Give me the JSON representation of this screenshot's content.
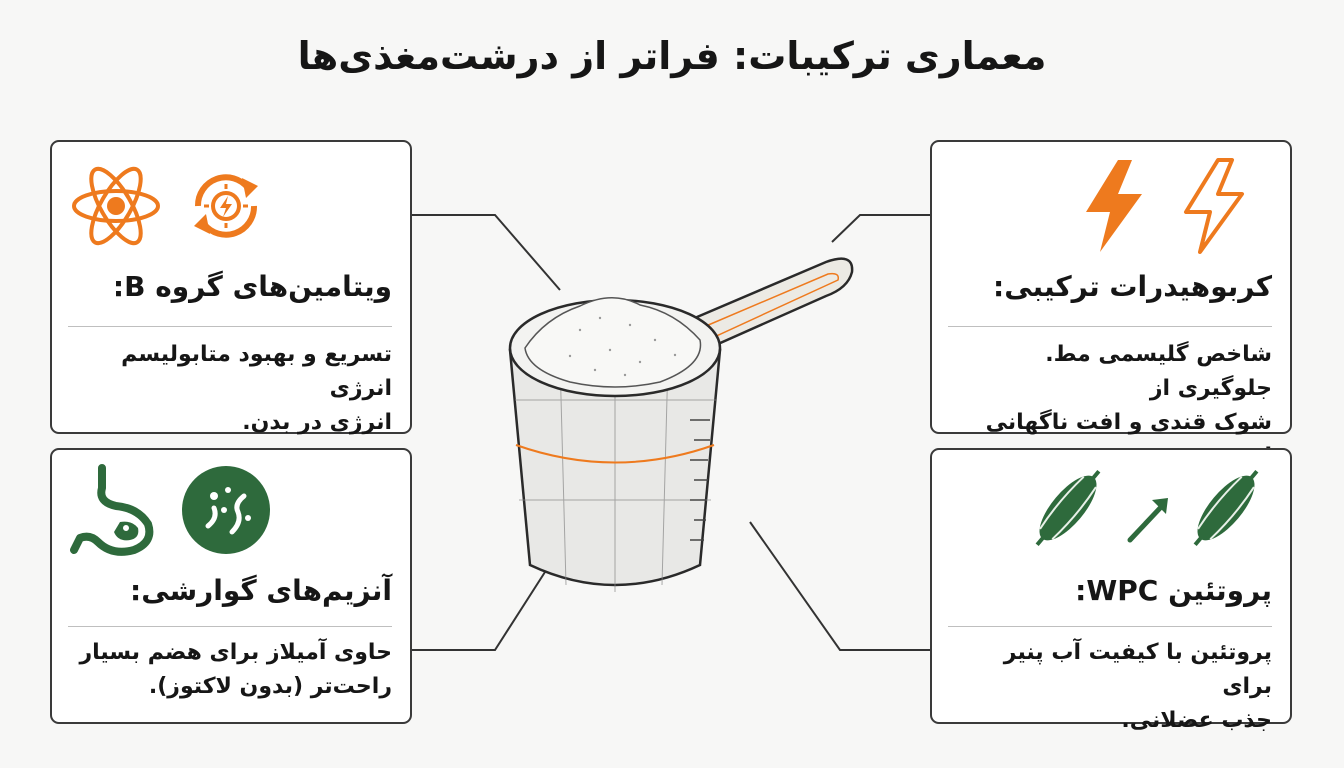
{
  "page": {
    "title": "معماری ترکیبات: فراتر از درشت‌مغذی‌ها"
  },
  "cards": {
    "vitamin": {
      "title": "ویتامین‌های گروه B:",
      "desc_line1": "تسریع و بهبود متابولیسم انرژی",
      "desc_line2": "انرژی در بدن.",
      "icons": [
        "atom-icon",
        "sun-cycle-icon"
      ]
    },
    "carb": {
      "title": "کربوهیدرات ترکیبی:",
      "desc_line1": "شاخص گلیسمی مط. جلوگیری از",
      "desc_line2": "شوک قندی و افت ناگهانی انرژی.",
      "icons": [
        "lightning-bolt-filled-icon",
        "lightning-bolt-outline-icon"
      ]
    },
    "enzyme": {
      "title": "آنزیم‌های گوارشی:",
      "desc_line1": "حاوی آمیلاز برای هضم بسیار",
      "desc_line2": "راحت‌تر (بدون لاکتوز).",
      "icons": [
        "stomach-icon",
        "bacteria-icon"
      ]
    },
    "protein": {
      "title": "پروتئین WPC:",
      "desc_line1": "پروتئین با کیفیت آب پنیر برای",
      "desc_line2": "جذب عضلانی.",
      "icons": [
        "muscle-fiber-icon",
        "growth-arrow-icon",
        "muscle-fiber-icon"
      ]
    }
  },
  "colors": {
    "orange": "#ee7a1e",
    "green": "#2e6a3c",
    "border": "#3a3a3a",
    "background": "#f7f7f6"
  }
}
